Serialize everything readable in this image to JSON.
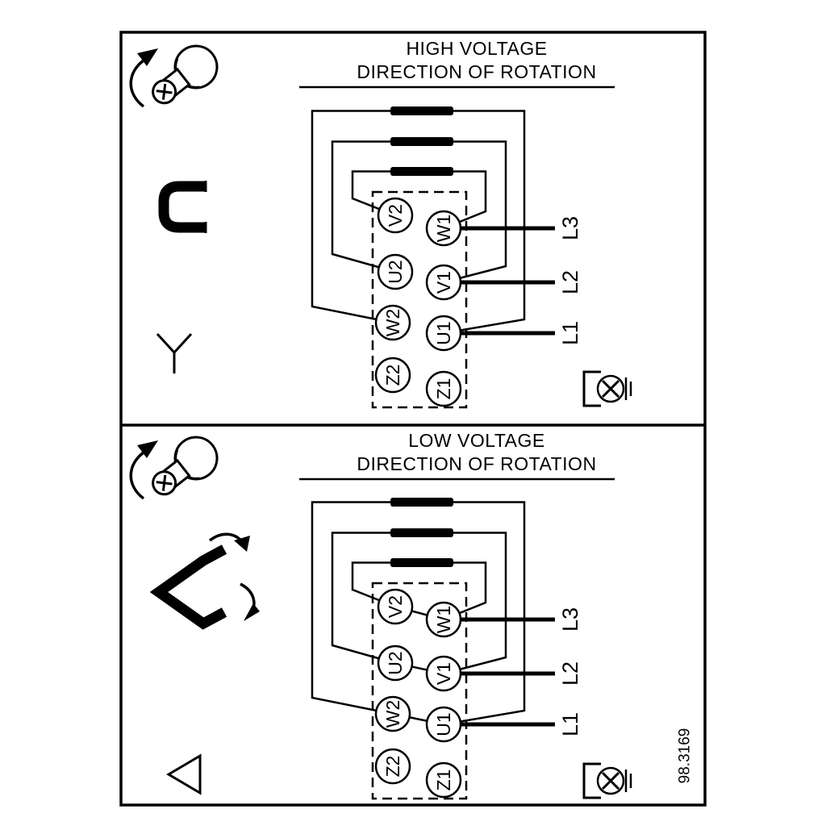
{
  "drawing": {
    "ref_number": "98.3169",
    "panels": [
      {
        "name": "high-voltage",
        "title_line1": "HIGH VOLTAGE",
        "title_line2": "DIRECTION OF ROTATION",
        "connection": "star",
        "terminals": {
          "left_column": [
            "V2",
            "U2",
            "W2",
            "Z2"
          ],
          "right_column": [
            "W1",
            "V1",
            "U1",
            "Z1"
          ]
        },
        "supply_lines": [
          "L3",
          "L2",
          "L1"
        ]
      },
      {
        "name": "low-voltage",
        "title_line1": "LOW VOLTAGE",
        "title_line2": "DIRECTION OF ROTATION",
        "connection": "delta",
        "terminals": {
          "left_column": [
            "V2",
            "U2",
            "W2",
            "Z2"
          ],
          "right_column": [
            "W1",
            "V1",
            "U1",
            "Z1"
          ]
        },
        "supply_lines": [
          "L3",
          "L2",
          "L1"
        ]
      }
    ],
    "icons": [
      "screw-rotation-icon",
      "jumper-link-icon",
      "star-symbol-icon",
      "delta-jumper-icon",
      "delta-symbol-icon",
      "terminal-screw-icon"
    ],
    "colors": {
      "line": "#000000",
      "background": "#ffffff"
    }
  }
}
